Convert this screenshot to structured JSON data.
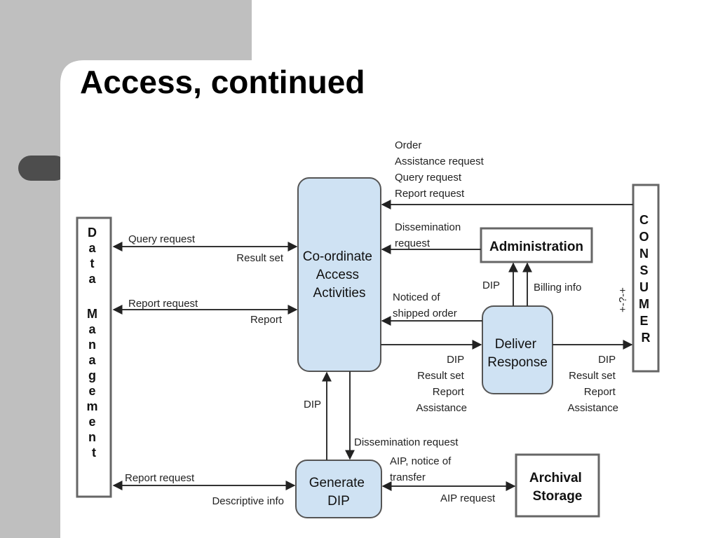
{
  "slide": {
    "title": "Access, continued"
  },
  "colors": {
    "process_fill": "#cfe2f3",
    "process_stroke": "#555555",
    "side_panel": "#bfbfbf",
    "accent_tab": "#4d4d4d"
  },
  "nodes": {
    "coordinate": [
      "Co-ordinate",
      "Access",
      "Activities"
    ],
    "deliver": [
      "Deliver",
      "Response"
    ],
    "generate": [
      "Generate",
      "DIP"
    ],
    "administration": "Administration",
    "archival": [
      "Archival",
      "Storage"
    ],
    "data_management": [
      "D",
      "a",
      "t",
      "a",
      "",
      "M",
      "a",
      "n",
      "a",
      "g",
      "e",
      "m",
      "e",
      "n",
      "t"
    ],
    "consumer": [
      "C",
      "O",
      "N",
      "S",
      "U",
      "M",
      "E",
      "R"
    ],
    "consumer_mark": "+-?-+"
  },
  "labels": {
    "consumer_requests": [
      "Order",
      "Assistance request",
      "Query request",
      "Report request"
    ],
    "dissemination_request_admin": [
      "Dissemination",
      "request"
    ],
    "query_request": "Query request",
    "result_set": "Result set",
    "report_request_dm": "Report request",
    "report": "Report",
    "noticed_shipped": [
      "Noticed of",
      "shipped order"
    ],
    "admin_dip": "DIP",
    "billing_info": "Billing info",
    "deliver_in": [
      "DIP",
      "Result set",
      "Report",
      "Assistance"
    ],
    "deliver_out": [
      "DIP",
      "Result set",
      "Report",
      "Assistance"
    ],
    "dip_up": "DIP",
    "dissemination_request_gen": "Dissemination request",
    "aip_notice": [
      "AIP, notice of",
      "transfer"
    ],
    "aip_request": "AIP request",
    "report_request_gen": "Report request",
    "descriptive_info": "Descriptive info"
  }
}
